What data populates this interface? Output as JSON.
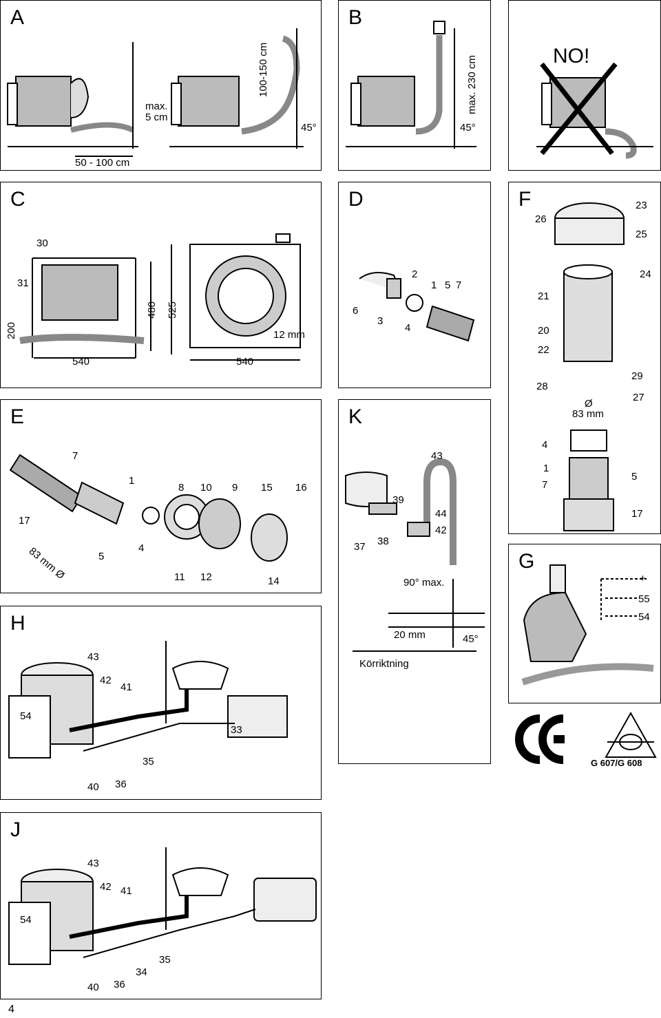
{
  "page_number": "4",
  "panels": {
    "A": {
      "letter": "A",
      "dim_bottom": "50 - 100 cm",
      "max_note_1": "max.",
      "max_note_2": "5 cm",
      "height_range": "100-150 cm",
      "angle": "45°"
    },
    "B": {
      "letter": "B",
      "height_max": "max. 230 cm",
      "angle": "45°"
    },
    "NO": {
      "text": "NO!"
    },
    "C": {
      "letter": "C",
      "l30": "30",
      "l31": "31",
      "d200": "200",
      "d480": "480",
      "d525": "525",
      "d540a": "540",
      "d540b": "540",
      "d12": "12 mm"
    },
    "D": {
      "letter": "D",
      "l2": "2",
      "l1": "1",
      "l5": "5",
      "l7": "7",
      "l6": "6",
      "l3": "3",
      "l4": "4"
    },
    "F": {
      "letter": "F",
      "l23": "23",
      "l26": "26",
      "l25": "25",
      "l24": "24",
      "l21": "21",
      "l20": "20",
      "l22": "22",
      "l29": "29",
      "l28": "28",
      "l27": "27",
      "dia": "Ø",
      "dia_val": "83 mm",
      "l4": "4",
      "l1": "1",
      "l5": "5",
      "l7": "7",
      "l17": "17"
    },
    "E": {
      "letter": "E",
      "l7": "7",
      "l1": "1",
      "l8": "8",
      "l10": "10",
      "l9": "9",
      "l15": "15",
      "l16": "16",
      "l17": "17",
      "l5": "5",
      "l4": "4",
      "l11": "11",
      "l12": "12",
      "l14": "14",
      "dia": "83 mm Ø"
    },
    "K": {
      "letter": "K",
      "l43": "43",
      "l39": "39",
      "l44": "44",
      "l42": "42",
      "l37": "37",
      "l38": "38",
      "angle": "90° max.",
      "dim": "20 mm",
      "angle2": "45°",
      "direction": "Körriktning"
    },
    "G": {
      "letter": "G",
      "plus": "+",
      "l55": "55",
      "l54": "54"
    },
    "H": {
      "letter": "H",
      "l43": "43",
      "l42": "42",
      "l41": "41",
      "l54": "54",
      "l33": "33",
      "l35": "35",
      "l40": "40",
      "l36": "36"
    },
    "J": {
      "letter": "J",
      "l43": "43",
      "l42": "42",
      "l41": "41",
      "l54": "54",
      "l35": "35",
      "l34": "34",
      "l40": "40",
      "l36": "36"
    },
    "cert": {
      "ce": "CE",
      "gas": "G 607/G 608"
    }
  }
}
